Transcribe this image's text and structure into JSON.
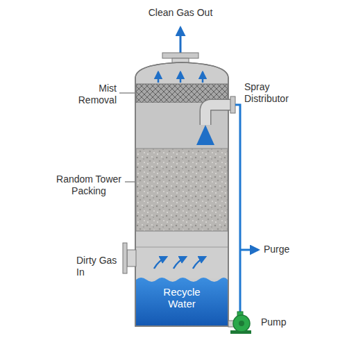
{
  "diagram": {
    "labels": [
      "Clean Gas Out",
      "Mist Removal",
      "Spray Distributor",
      "Random Tower Packing",
      "Purge",
      "Dirty Gas In",
      "Recycle Water",
      "Pump"
    ]
  }
}
